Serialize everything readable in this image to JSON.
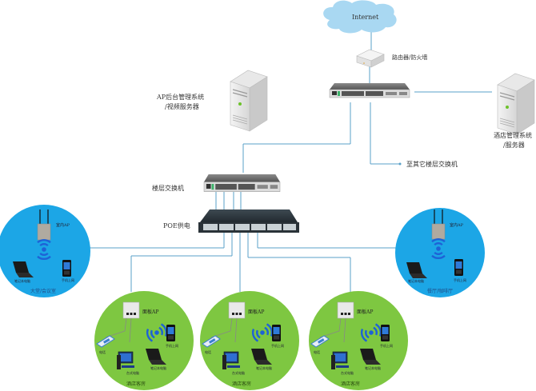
{
  "diagram": {
    "internet": {
      "label": "Internet"
    },
    "router": {
      "label": "路由器/防火墙"
    },
    "ap_server": {
      "label_line1": "AP后台管理系统",
      "label_line2": "/视频服务器"
    },
    "hotel_server": {
      "label_line1": "酒店管理系统",
      "label_line2": "/服务器"
    },
    "other_floor": {
      "label": "至其它楼层交换机"
    },
    "floor_switch": {
      "label": "楼层交换机"
    },
    "poe": {
      "label": "POE供电"
    },
    "zones": [
      {
        "type": "indoor",
        "ap_label": "室内AP",
        "name": "大堂/会议室",
        "laptop": "笔记本电脑",
        "phone": "手机上网",
        "color": "#1ca6e6"
      },
      {
        "type": "indoor",
        "ap_label": "室内AP",
        "name": "餐厅/咖啡厅",
        "laptop": "笔记本电脑",
        "phone": "手机上网",
        "color": "#1ca6e6"
      },
      {
        "type": "room",
        "ap_label": "面板AP",
        "name": "酒店客房",
        "telephone": "电话",
        "pc": "台式电脑",
        "laptop": "笔记本电脑",
        "phone": "手机上网",
        "color": "#7ec741"
      },
      {
        "type": "room",
        "ap_label": "面板AP",
        "name": "酒店客房",
        "telephone": "电话",
        "pc": "台式电脑",
        "laptop": "笔记本电脑",
        "phone": "手机上网",
        "color": "#7ec741"
      },
      {
        "type": "room",
        "ap_label": "面板AP",
        "name": "酒店客房",
        "telephone": "电话",
        "pc": "台式电脑",
        "laptop": "笔记本电脑",
        "phone": "手机上网",
        "color": "#7ec741"
      }
    ],
    "colors": {
      "link": "#5aa0c8",
      "cloud": "#a9d8f2",
      "indoor_zone": "#1ca6e6",
      "room_zone": "#7ec741"
    }
  }
}
